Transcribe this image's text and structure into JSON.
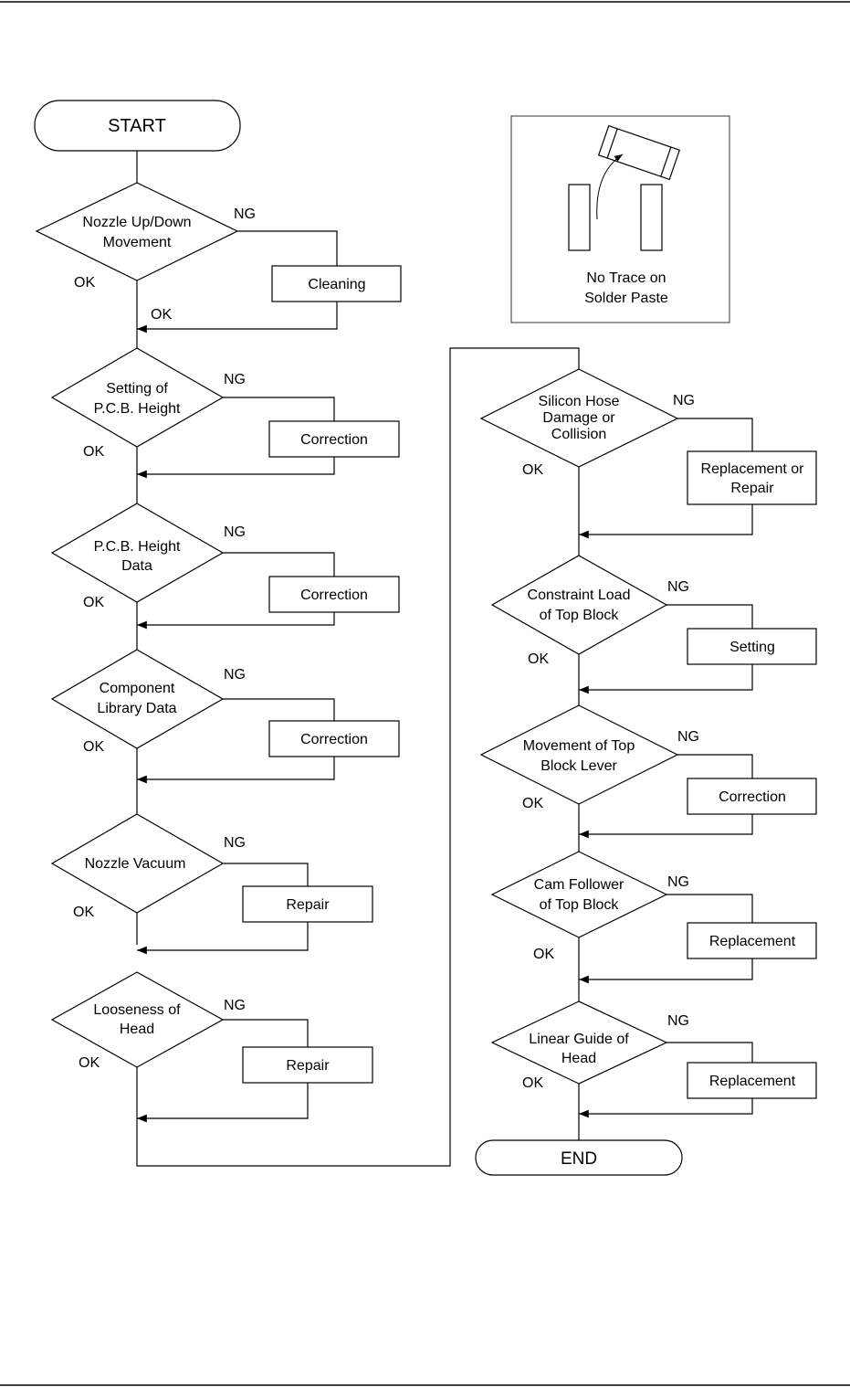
{
  "flowchart": {
    "start": "START",
    "end": "END",
    "ok": "OK",
    "ng": "NG",
    "steps": [
      {
        "check": [
          "Nozzle Up/Down",
          "Movement"
        ],
        "action": [
          "Cleaning"
        ]
      },
      {
        "check": [
          "Setting of",
          "P.C.B. Height"
        ],
        "action": [
          "Correction"
        ]
      },
      {
        "check": [
          "P.C.B. Height",
          "Data"
        ],
        "action": [
          "Correction"
        ]
      },
      {
        "check": [
          "Component",
          "Library Data"
        ],
        "action": [
          "Correction"
        ]
      },
      {
        "check": [
          "Nozzle Vacuum"
        ],
        "action": [
          "Repair"
        ]
      },
      {
        "check": [
          "Looseness of",
          "Head"
        ],
        "action": [
          "Repair"
        ]
      },
      {
        "check": [
          "Silicon Hose",
          "Damage or",
          "Collision"
        ],
        "action": [
          "Replacement or",
          "Repair"
        ]
      },
      {
        "check": [
          "Constraint Load",
          "of Top Block"
        ],
        "action": [
          "Setting"
        ]
      },
      {
        "check": [
          "Movement of Top",
          "Block Lever"
        ],
        "action": [
          "Correction"
        ]
      },
      {
        "check": [
          "Cam Follower",
          "of Top Block"
        ],
        "action": [
          "Replacement"
        ]
      },
      {
        "check": [
          "Linear Guide of",
          "Head"
        ],
        "action": [
          "Replacement"
        ]
      }
    ]
  },
  "inset": {
    "caption": [
      "No Trace on",
      "Solder Paste"
    ]
  }
}
